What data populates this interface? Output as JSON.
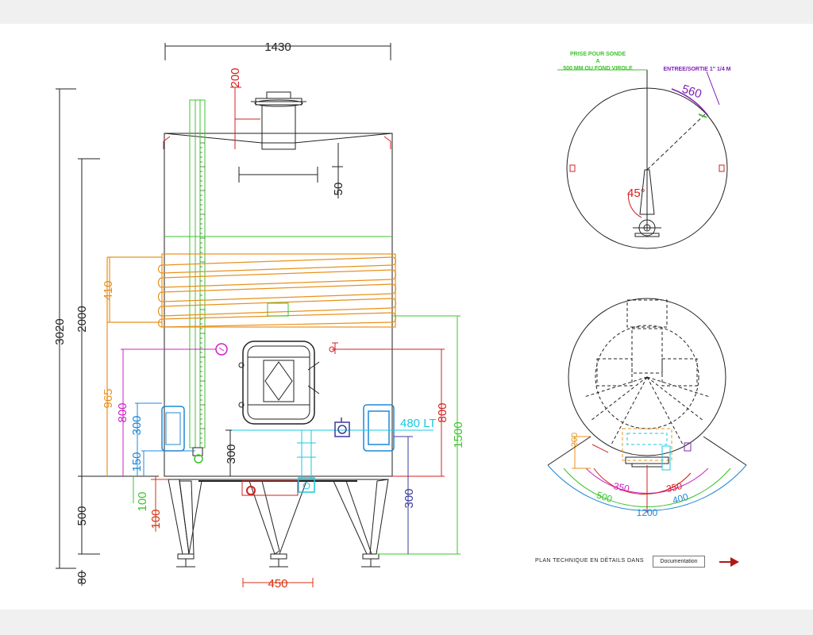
{
  "colors": {
    "line": "#222222",
    "red": "#d42020",
    "orange": "#e8911c",
    "green": "#3cc42c",
    "lime": "#52d43c",
    "magenta": "#d020c8",
    "blue": "#1e88d8",
    "cyan": "#18c8e0",
    "navy": "#3c3c9c",
    "purple": "#8020b8",
    "brown_red": "#d83010",
    "arrow": "#b01818"
  },
  "front_view": {
    "dim_width": "1430",
    "dim_total_height": "3020",
    "dim_body_height": "2000",
    "dim_legs_height": "500",
    "dim_feet": "80",
    "dim_manhole_neck": "200",
    "dim_top_gap": "50",
    "dim_jacket": "410",
    "dim_jacket_to_base": "965",
    "dim_magenta_800": "800",
    "dim_blue_300": "300",
    "dim_blue_150": "150",
    "dim_green_100": "100",
    "dim_orange_100": "100",
    "dim_outlet_300": "300",
    "dim_right_800": "800",
    "dim_right_1500": "1500",
    "dim_navy_300": "300",
    "dim_leg_spacing": "450",
    "label_volume": "480 LT"
  },
  "top_view": {
    "note_probe_line1": "PRISE POUR SONDE",
    "note_probe_line2": "A",
    "note_probe_line3": "500 MM OU FOND VIROLE",
    "note_inlet": "ENTREE/SORTIE 1\" 1/4 M",
    "dim_arc": "560",
    "angle": "45°"
  },
  "bottom_view": {
    "dim_200": "200",
    "dim_350_left": "350",
    "dim_350_right": "350",
    "dim_500": "500",
    "dim_400": "400",
    "dim_1200": "1200"
  },
  "footer": {
    "text": "PLAN TECHNIQUE EN DÉTAILS DANS",
    "button_label": "Documentation",
    "arrow_icon": "arrow-right-icon"
  }
}
